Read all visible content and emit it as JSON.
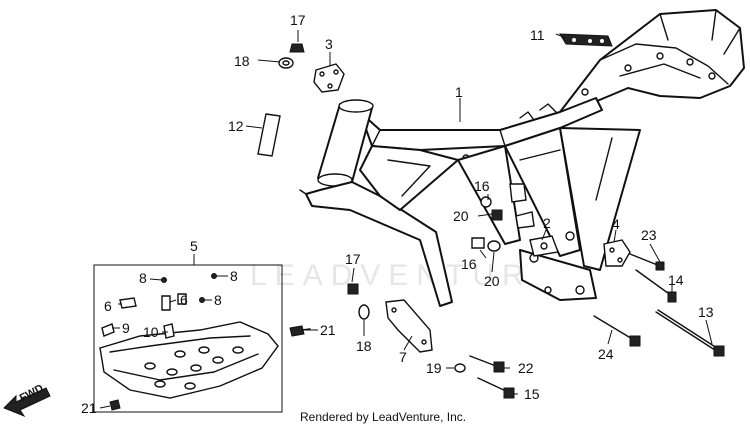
{
  "watermark": "LEADVENTURE",
  "footer": "Rendered by LeadVenture, Inc.",
  "direction_label": "FWD",
  "callouts": {
    "c1": "1",
    "c2": "2",
    "c3": "3",
    "c4": "4",
    "c5": "5",
    "c6a": "6",
    "c6b": "6",
    "c7": "7",
    "c8a": "8",
    "c8b": "8",
    "c8c": "8",
    "c9": "9",
    "c10": "10",
    "c11": "11",
    "c12": "12",
    "c13": "13",
    "c14": "14",
    "c15": "15",
    "c16a": "16",
    "c16b": "16",
    "c17a": "17",
    "c17b": "17",
    "c18a": "18",
    "c18b": "18",
    "c19": "19",
    "c20a": "20",
    "c20b": "20",
    "c21a": "21",
    "c21b": "21",
    "c22": "22",
    "c23": "23",
    "c24": "24"
  }
}
